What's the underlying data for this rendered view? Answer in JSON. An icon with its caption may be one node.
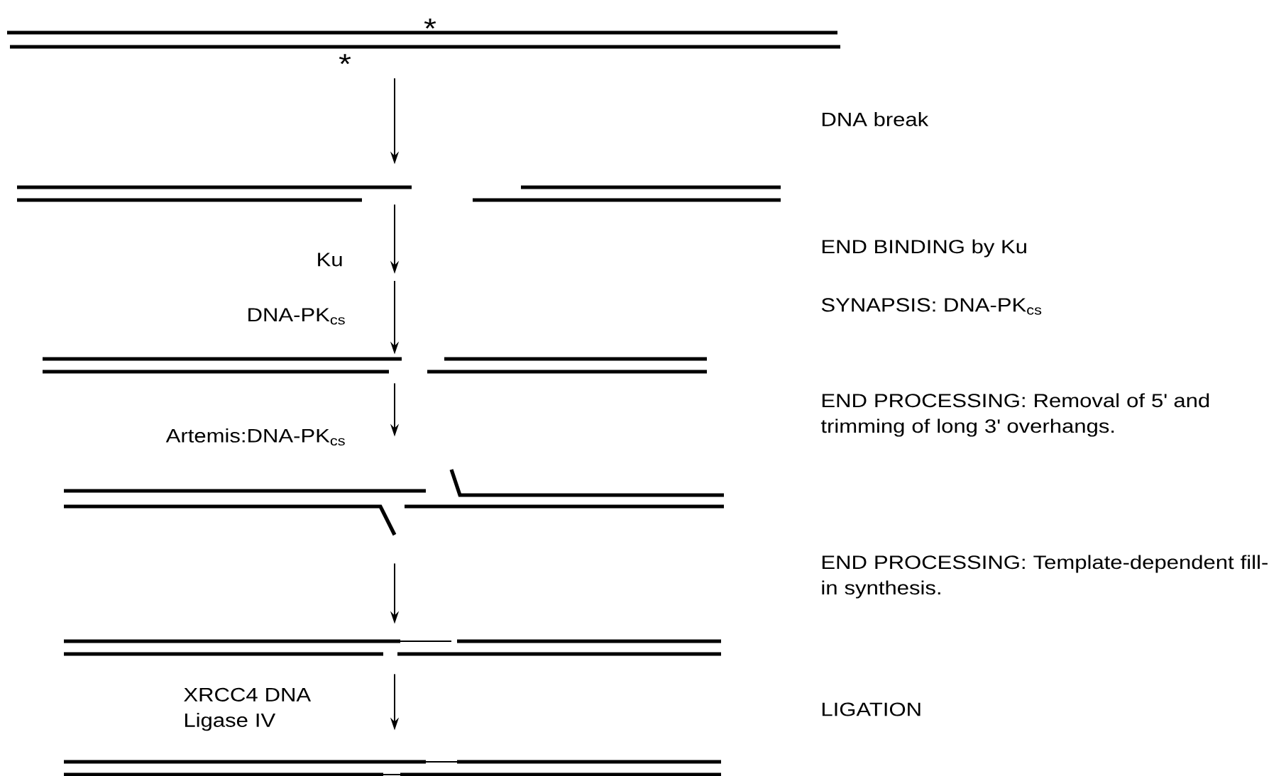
{
  "diagram": {
    "nodes": [
      {
        "text": [],
        "shape": "picture"
      },
      {
        "text": [],
        "shape": "picture"
      },
      {
        "text": [],
        "shape": "picture"
      },
      {
        "text": [],
        "shape": "picture"
      },
      {
        "text": [],
        "shape": "picture"
      },
      {
        "text": [],
        "shape": "picture"
      }
    ],
    "edges": [
      {
        "from": 0,
        "to": 1,
        "arrow": "to"
      },
      {
        "from": 1,
        "to": null,
        "arrow": "to",
        "label": "Ku"
      },
      {
        "from": null,
        "to": 2,
        "arrow": "to",
        "label": "DNA-PK$_{cs}$"
      },
      {
        "from": 2,
        "to": 3,
        "arrow": "to",
        "label": "Artemis:DNA-PK$_{cs}$"
      },
      {
        "from": 3,
        "to": 4,
        "arrow": "to"
      },
      {
        "from": 4,
        "to": 5,
        "arrow": "to",
        "label": "XRCC4 DNA Ligase IV"
      }
    ],
    "labels": [
      "*",
      "*",
      "DNA break",
      "END BINDING by Ku",
      "SYNAPSIS:  DNA-PK$_{cs}$",
      "END PROCESSING:  Removal of 5' and trimming of long 3' overhangs.",
      "END PROCESSING:  Template-dependent fill-in synthesis.",
      "LIGATION"
    ]
  }
}
